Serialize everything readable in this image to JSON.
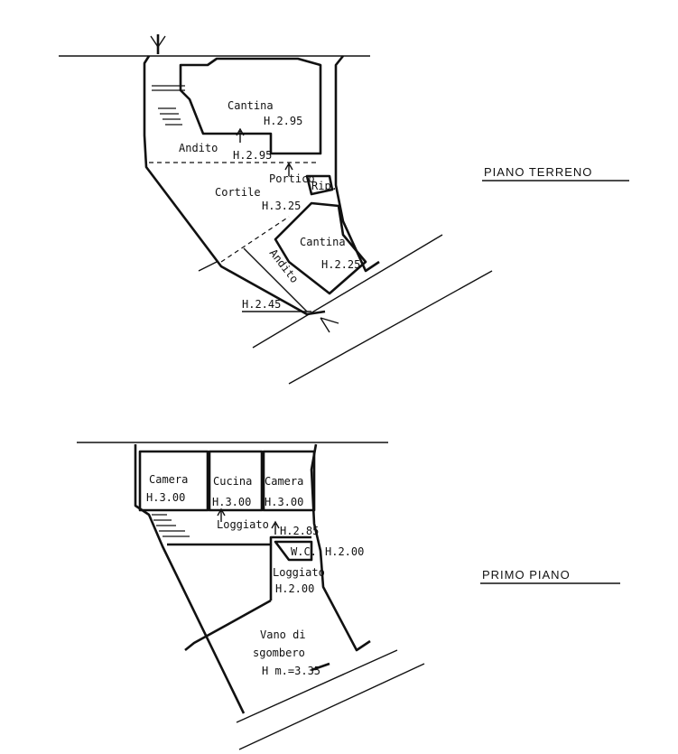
{
  "ground_floor": {
    "title": "PIANO TERRENO",
    "rooms": [
      {
        "name": "Cantina",
        "height": "H.2.95"
      },
      {
        "name": "Andito",
        "height": "H.2.95"
      },
      {
        "name": "Cortile",
        "height": ""
      },
      {
        "name": "Portico",
        "height": "H.3.25"
      },
      {
        "name": "Rip.",
        "height": ""
      },
      {
        "name": "Cantina",
        "height": "H.2.25"
      },
      {
        "name": "Andito",
        "height": ""
      }
    ],
    "level_mark": "H.2.45"
  },
  "first_floor": {
    "title": "PRIMO PIANO",
    "rooms": [
      {
        "name": "Camera",
        "height": "H.3.00"
      },
      {
        "name": "Cucina",
        "height": "H.3.00"
      },
      {
        "name": "Camera",
        "height": "H.3.00"
      },
      {
        "name": "Loggiato",
        "height": "H.2.85"
      },
      {
        "name": "W.C.",
        "height": "H.2.00"
      },
      {
        "name": "Loggiato",
        "height": "H.2.00"
      },
      {
        "name": "Vano di",
        "height": ""
      },
      {
        "name": "sgombero",
        "height": "H m.=3.35"
      }
    ]
  },
  "icons": [
    "north-arrow-icon",
    "stair-icon",
    "entrance-arrow-icon"
  ]
}
